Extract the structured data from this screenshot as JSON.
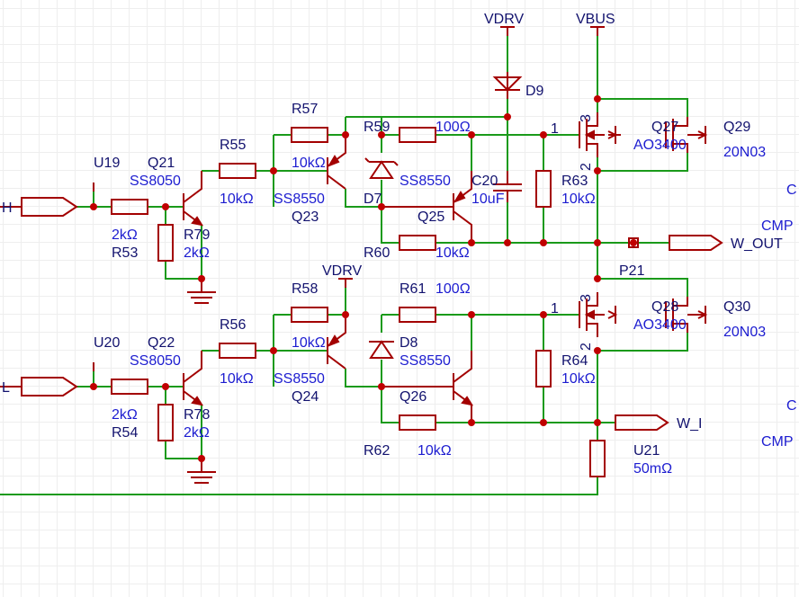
{
  "net_labels": {
    "vdrv_top": "VDRV",
    "vbus": "VBUS",
    "vdrv_mid": "VDRV",
    "w_out": "W_OUT",
    "w_i": "W_I",
    "in_high": "H",
    "in_low": "L",
    "edge_c1": "C",
    "edge_cmp1": "CMP",
    "edge_c2": "C",
    "edge_cmp2": "CMP"
  },
  "components": {
    "u19": {
      "ref": "U19"
    },
    "u20": {
      "ref": "U20"
    },
    "q21": {
      "ref": "Q21",
      "value": "SS8050"
    },
    "q22": {
      "ref": "Q22",
      "value": "SS8050"
    },
    "r53": {
      "ref": "R53",
      "value": "2kΩ"
    },
    "r54": {
      "ref": "R54",
      "value": "2kΩ"
    },
    "r79": {
      "ref": "R79",
      "value": "2kΩ"
    },
    "r78": {
      "ref": "R78",
      "value": "2kΩ"
    },
    "r55": {
      "ref": "R55",
      "value": "10kΩ"
    },
    "r56": {
      "ref": "R56",
      "value": "10kΩ"
    },
    "r57": {
      "ref": "R57",
      "value": "10kΩ"
    },
    "r58": {
      "ref": "R58",
      "value": "10kΩ"
    },
    "q23": {
      "ref": "Q23",
      "value": "SS8550"
    },
    "q24": {
      "ref": "Q24",
      "value": "SS8550"
    },
    "r59": {
      "ref": "R59",
      "value": "100Ω"
    },
    "r61": {
      "ref": "R61",
      "value": "100Ω"
    },
    "d7": {
      "ref": "D7"
    },
    "d8": {
      "ref": "D8"
    },
    "d9": {
      "ref": "D9"
    },
    "q25": {
      "ref": "Q25",
      "value": "SS8550"
    },
    "q26": {
      "ref": "Q26",
      "value": "SS8550"
    },
    "r60": {
      "ref": "R60",
      "value": "10kΩ"
    },
    "r62": {
      "ref": "R62",
      "value": "10kΩ"
    },
    "c20": {
      "ref": "C20",
      "value": "10uF"
    },
    "r63": {
      "ref": "R63",
      "value": "10kΩ"
    },
    "r64": {
      "ref": "R64",
      "value": "10kΩ"
    },
    "q27": {
      "ref": "Q27",
      "value": "AO3400"
    },
    "q28": {
      "ref": "Q28",
      "value": "AO3400"
    },
    "q29": {
      "ref": "Q29",
      "value": "20N03"
    },
    "q30": {
      "ref": "Q30",
      "value": "20N03"
    },
    "p21": {
      "ref": "P21"
    },
    "u21": {
      "ref": "U21",
      "value": "50mΩ"
    }
  },
  "pin_numbers": {
    "g1": "1",
    "d1": "3",
    "s1": "2",
    "g2": "1",
    "d2": "3",
    "s2": "2"
  },
  "colors": {
    "wire": "#1a9a1a",
    "part": "#a30000",
    "junction": "#c00000",
    "ref_text": "#12126e",
    "value_text": "#1c1cd0"
  }
}
